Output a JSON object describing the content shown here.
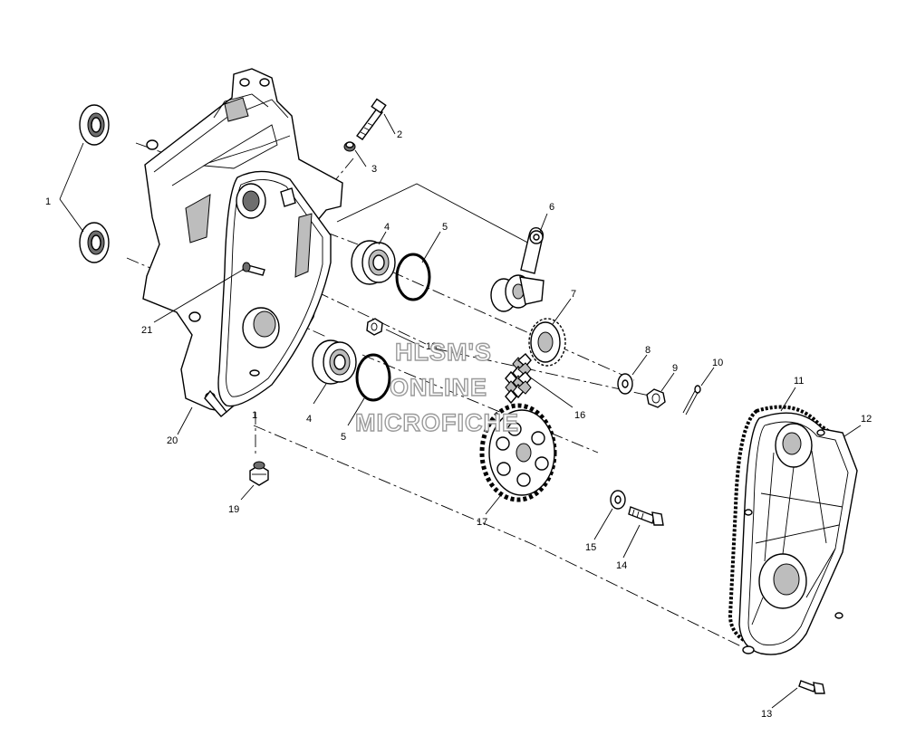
{
  "watermark": {
    "line1": "HLSM'S",
    "line2": "ONLINE",
    "line3": "MICROFICHE",
    "color": "#9a9a9a"
  },
  "callouts": {
    "c1a": "1",
    "c1b": "1",
    "c2": "2",
    "c3": "3",
    "c4a": "4",
    "c4b": "4",
    "c5a": "5",
    "c5b": "5",
    "c6": "6",
    "c7": "7",
    "c8": "8",
    "c9": "9",
    "c10": "10",
    "c11": "11",
    "c12": "12",
    "c13": "13",
    "c14": "14",
    "c15": "15",
    "c16": "16",
    "c17": "17",
    "c18": "18",
    "c19": "19",
    "c20": "20",
    "c21": "21"
  },
  "parts": [
    {
      "id": "oil-seal",
      "icon": "seal-icon"
    },
    {
      "id": "bolt",
      "icon": "bolt-icon"
    },
    {
      "id": "plug",
      "icon": "plug-icon"
    },
    {
      "id": "bearing",
      "icon": "bearing-icon"
    },
    {
      "id": "snap-ring",
      "icon": "ring-icon"
    },
    {
      "id": "tensioner-arm",
      "icon": "arm-icon"
    },
    {
      "id": "sprocket",
      "icon": "gear-icon"
    },
    {
      "id": "washer",
      "icon": "washer-icon"
    },
    {
      "id": "nut",
      "icon": "nut-icon"
    },
    {
      "id": "cotter-pin",
      "icon": "pin-icon"
    },
    {
      "id": "gasket",
      "icon": "gasket-icon"
    },
    {
      "id": "cover",
      "icon": "cover-icon"
    },
    {
      "id": "chain",
      "icon": "chain-icon"
    },
    {
      "id": "gear",
      "icon": "gear-icon"
    },
    {
      "id": "drain-plug",
      "icon": "plug-icon"
    },
    {
      "id": "chaincase",
      "icon": "housing-icon"
    }
  ]
}
